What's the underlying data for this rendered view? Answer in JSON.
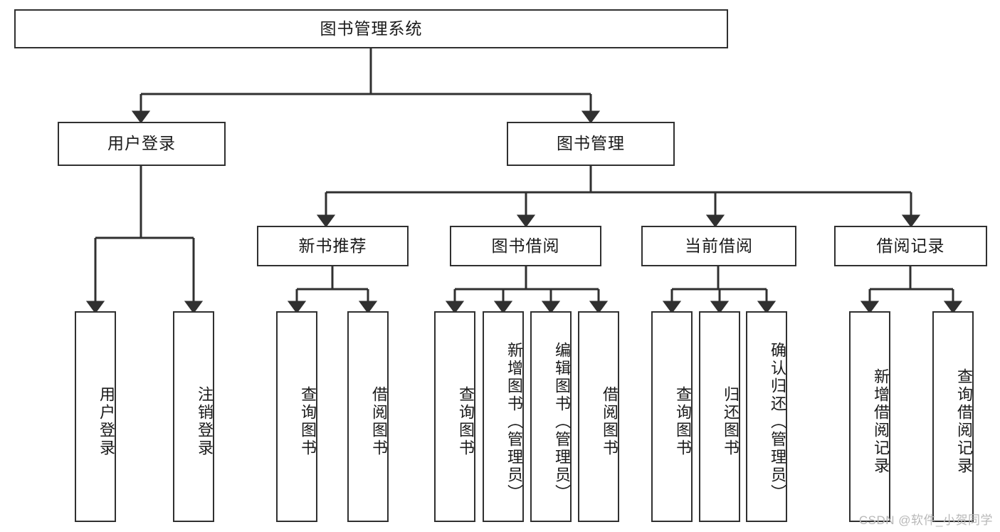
{
  "diagram": {
    "title": "图书管理系统",
    "type": "tree-hierarchy",
    "root": {
      "label": "图书管理系统"
    },
    "level2": [
      {
        "label": "用户登录"
      },
      {
        "label": "图书管理"
      }
    ],
    "level3": [
      {
        "label": "新书推荐"
      },
      {
        "label": "图书借阅"
      },
      {
        "label": "当前借阅"
      },
      {
        "label": "借阅记录"
      }
    ],
    "leaves": {
      "user_login": [
        {
          "label": "用户登录"
        },
        {
          "label": "注销登录"
        }
      ],
      "new_book_recommend": [
        {
          "label": "查询图书"
        },
        {
          "label": "借阅图书"
        }
      ],
      "book_borrow": [
        {
          "label": "查询图书"
        },
        {
          "label": "新增图书（管理员）"
        },
        {
          "label": "编辑图书（管理员）"
        },
        {
          "label": "借阅图书"
        }
      ],
      "current_borrow": [
        {
          "label": "查询图书"
        },
        {
          "label": "归还图书"
        },
        {
          "label": "确认归还（管理员）"
        }
      ],
      "borrow_record": [
        {
          "label": "新增借阅记录"
        },
        {
          "label": "查询借阅记录"
        }
      ]
    }
  },
  "watermark": {
    "text": "CSDN @软件_小贺同学"
  },
  "colors": {
    "stroke": "#303030",
    "fill": "#ffffff",
    "text": "#1a1a1a",
    "watermark": "#b8b8b8"
  }
}
